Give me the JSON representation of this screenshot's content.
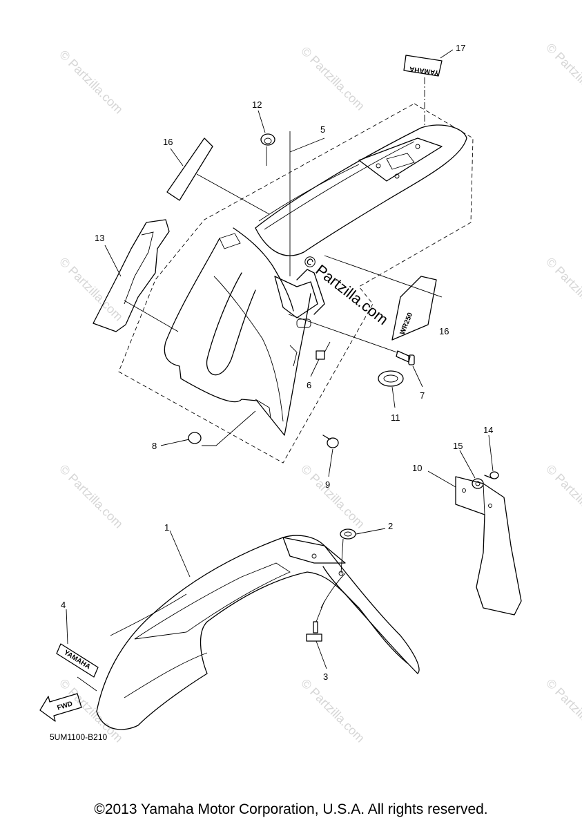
{
  "callouts": [
    "1",
    "2",
    "3",
    "4",
    "5",
    "6",
    "7",
    "8",
    "9",
    "10",
    "11",
    "12",
    "13",
    "14",
    "15",
    "16",
    "16",
    "17"
  ],
  "diagram_code": "5UM1100-B210",
  "decals": {
    "yamaha_small": "YAMAHA",
    "yamaha_front": "YAMAHA",
    "fwd_arrow": "FWD",
    "wr_badge": "WR250"
  },
  "watermark": {
    "main": "© Partzilla.com",
    "tile": "© Partzilla.com"
  },
  "copyright": "©2013 Yamaha Motor Corporation, U.S.A. All rights reserved."
}
